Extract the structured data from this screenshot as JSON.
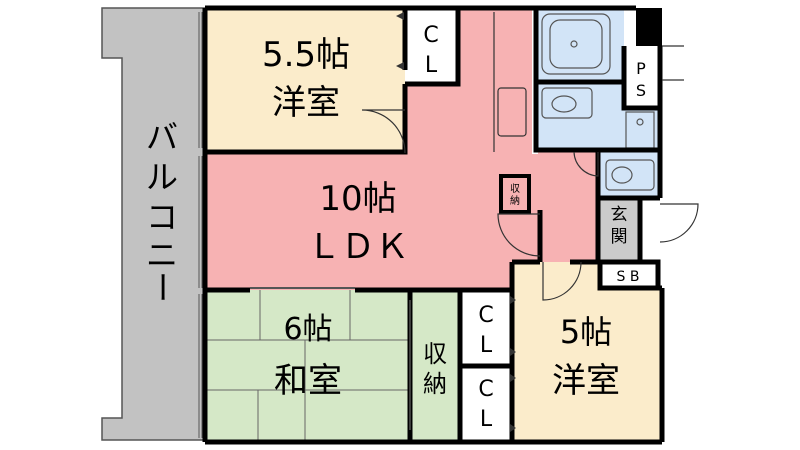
{
  "rooms": {
    "western_room_1": {
      "size": "5.5帖",
      "name": "洋室"
    },
    "ldk": {
      "size": "10帖",
      "name": "ＬＤＫ"
    },
    "japanese_room": {
      "size": "6帖",
      "name": "和室"
    },
    "western_room_2": {
      "size": "5帖",
      "name": "洋室"
    }
  },
  "closets": {
    "cl_top": [
      "C",
      "L"
    ],
    "cl_mid": [
      "C",
      "L"
    ],
    "cl_bottom": [
      "C",
      "L"
    ],
    "japanese_storage": [
      "収",
      "納"
    ],
    "ldk_storage": [
      "収",
      "納"
    ]
  },
  "balcony": {
    "chars": [
      "バ",
      "ル",
      "コ",
      "ニ",
      "ー"
    ]
  },
  "entrance": {
    "chars": [
      "玄",
      "関"
    ]
  },
  "ps": {
    "chars": [
      "P",
      "S"
    ]
  },
  "sb": {
    "label": "S B"
  },
  "colors": {
    "balcony": "#c2c2c2",
    "western": "#fbeccb",
    "ldk": "#f7b2b3",
    "japanese": "#d5e8c7",
    "wet": "#d2e4f7",
    "hall": "#f7b2b3",
    "entrance": "#cbcbcb",
    "closet": "#ffffff",
    "wall": "#000000"
  }
}
